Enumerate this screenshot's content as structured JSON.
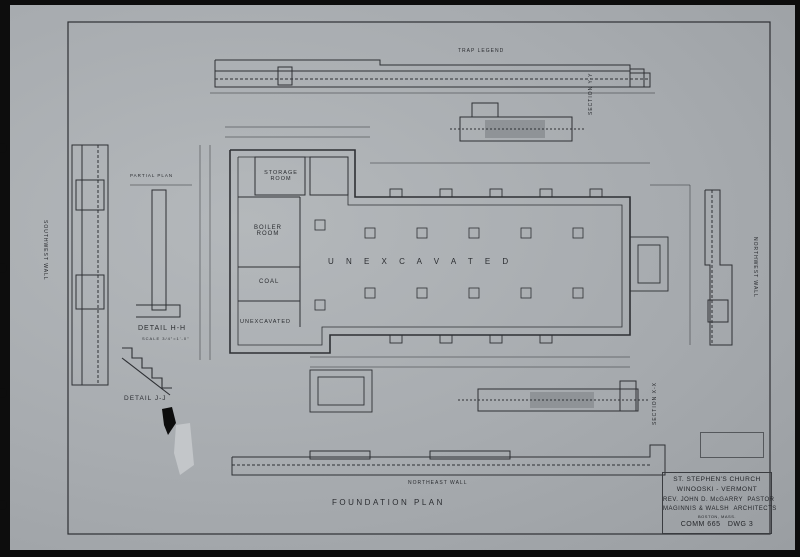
{
  "drawing": {
    "plan_title": "FOUNDATION PLAN",
    "top_label": "TRAP LEGEND",
    "rooms": {
      "storage_room": "STORAGE ROOM",
      "boiler_room": "BOILER ROOM",
      "coal": "COAL",
      "unexcavated_small": "UNEXCAVATED",
      "unexcavated_main": "U N E X C A V A T E D"
    },
    "walls": {
      "southwest_wall": "SOUTHWEST WALL",
      "northeast_wall": "NORTHEAST WALL",
      "northwest_wall": "NORTHWEST WALL"
    },
    "sections": {
      "section_yy": "SECTION Y-Y",
      "section_xx": "SECTION X-X"
    },
    "details": {
      "detail_hh": "DETAIL H-H",
      "detail_hh_scale": "SCALE 3/4\"=1'-0\"",
      "detail_jj": "DETAIL J-J",
      "partial_plan": "PARTIAL PLAN"
    }
  },
  "title_block": {
    "church": "ST. STEPHEN'S CHURCH",
    "location": "WINOOSKI - VERMONT",
    "pastor": "REV. JOHN D. McGARRY",
    "pastor_role": "PASTOR",
    "architects": "MAGINNIS & WALSH",
    "architects_role": "ARCHITECTS",
    "city": "BOSTON, MASS.",
    "comm": "COMM 665",
    "drawing_no": "DWG 3"
  },
  "colors": {
    "paper": "#a9adb1",
    "ink": "#2a2c30",
    "background": "#0d0d0d"
  }
}
